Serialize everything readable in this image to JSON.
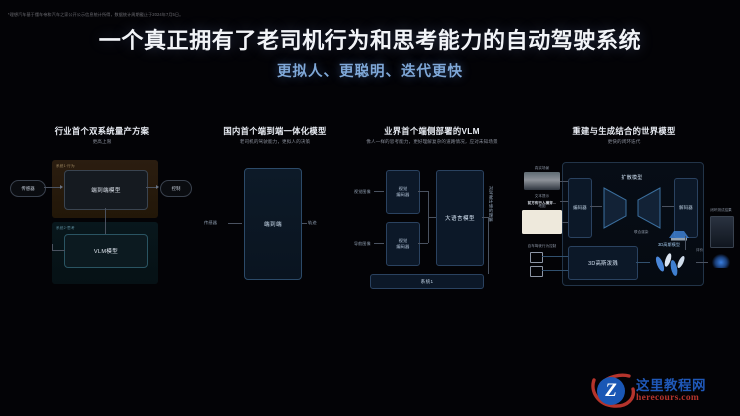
{
  "disclaimer": "*理想汽车基于懂车帝和汽车之家公开公示信息统计所得，数据统计周期截止于2024年7月5日。",
  "headline": "一个真正拥有了老司机行为和思考能力的自动驾驶系统",
  "subhead": "更拟人、更聪明、迭代更快",
  "panels": [
    {
      "id": "dual-system",
      "title": "行业首个双系统量产方案",
      "subtitle": "更高上限",
      "band1_label": "系统1·行为",
      "band2_label": "系统2·思考",
      "node_e2e": "端到端模型",
      "node_vlm": "VLM模型",
      "pill_sensor": "传感器",
      "pill_control": "控制"
    },
    {
      "id": "end-to-end",
      "title": "国内首个端到端一体化模型",
      "subtitle": "老司机的驾驶能力，更拟人的决策",
      "block": "端到端",
      "input_label": "传感器",
      "output_label": "轨迹"
    },
    {
      "id": "vlm",
      "title": "业界首个端侧部署的VLM",
      "subtitle": "像人一样的思考能力，更好理解复杂的道路情况，应对未知场景",
      "input1": "视觉图像",
      "input2": "导航图像",
      "encoder1_line1": "视觉",
      "encoder1_line2": "编码器",
      "encoder2_line1": "视觉",
      "encoder2_line2": "编码器",
      "llm": "大语言模型",
      "system1": "系统1",
      "vertical_output": "对驾驶环境的理解"
    },
    {
      "id": "world-model",
      "title": "重建与生成结合的世界模型",
      "subtitle": "更快的闭环迭代",
      "input_road_label": "真实场景",
      "input_text_label": "文本提示",
      "input_text_value": "前方有行人横穿…",
      "input_map_label": "地图",
      "input_control_label": "自车驾驶行为控制",
      "encoder": "编码器",
      "diffusion": "扩散模型",
      "decoder": "解码器",
      "gaussian_splat": "3D高斯泼溅",
      "gaussian_model": "3D高斯模型",
      "merge_label": "联合渲染",
      "eval_label": "评价",
      "result_label": "闭环测试结果"
    }
  ],
  "watermark": {
    "logo_letter": "Z",
    "cn_name": "这里教程网",
    "domain": "herecours.com"
  },
  "colors": {
    "background": "#030306",
    "headline": "#f2f4f8",
    "subhead": "#7fa8d8",
    "panel_accent_warm": "#2b1d10",
    "panel_accent_cool": "#08171c",
    "box_border": "#2a4260",
    "watermark_blue": "#1f58b8",
    "watermark_red": "#b5342c"
  }
}
